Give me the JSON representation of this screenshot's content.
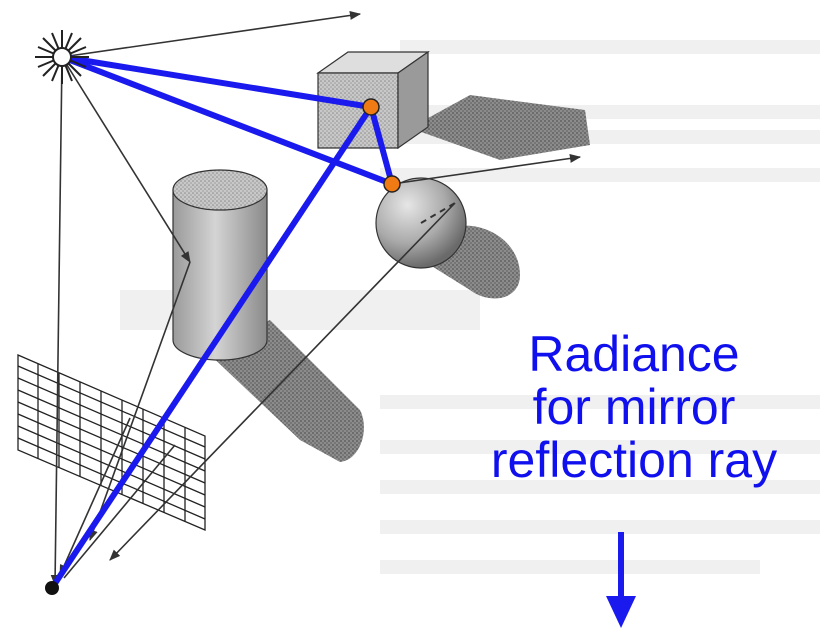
{
  "caption": {
    "line1": "Radiance",
    "line2": "for mirror",
    "line3": "reflection ray"
  },
  "colors": {
    "highlight_ray": "#1a1aee",
    "caption_text": "#1010ee",
    "hit_point": "#f07a14",
    "thin_ray": "#333333"
  },
  "icons": [
    "light-source-icon",
    "eye-point-icon",
    "down-arrow-icon"
  ]
}
